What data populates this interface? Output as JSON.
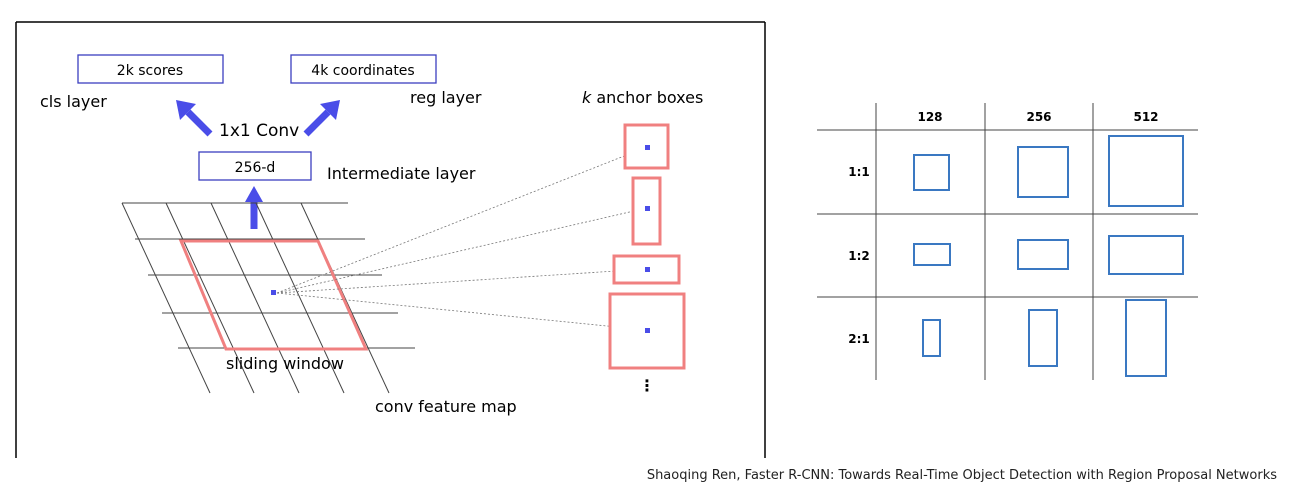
{
  "rpn": {
    "cls_box": "2k scores",
    "reg_box": "4k coordinates",
    "cls_layer": "cls layer",
    "reg_layer": "reg layer",
    "conv": "1x1 Conv",
    "intermediate_box": "256-d",
    "intermediate_layer": "Intermediate layer",
    "sliding_window": "sliding window",
    "feature_map": "conv feature map",
    "anchor_title_k": "k",
    "anchor_title_rest": "anchor boxes",
    "ellipsis": "⋮"
  },
  "anchor_grid": {
    "scales": [
      "128",
      "256",
      "512"
    ],
    "ratios": [
      "1:1",
      "1:2",
      "2:1"
    ]
  },
  "caption": "Shaoqing Ren, Faster R-CNN: Towards Real-Time Object Detection with Region Proposal Networks",
  "colors": {
    "box_border": "#3b3fbf",
    "arrow": "#4a4de8",
    "window": "#f08080",
    "anchor_rect": "#3a78c2",
    "grid_line": "#444444"
  }
}
